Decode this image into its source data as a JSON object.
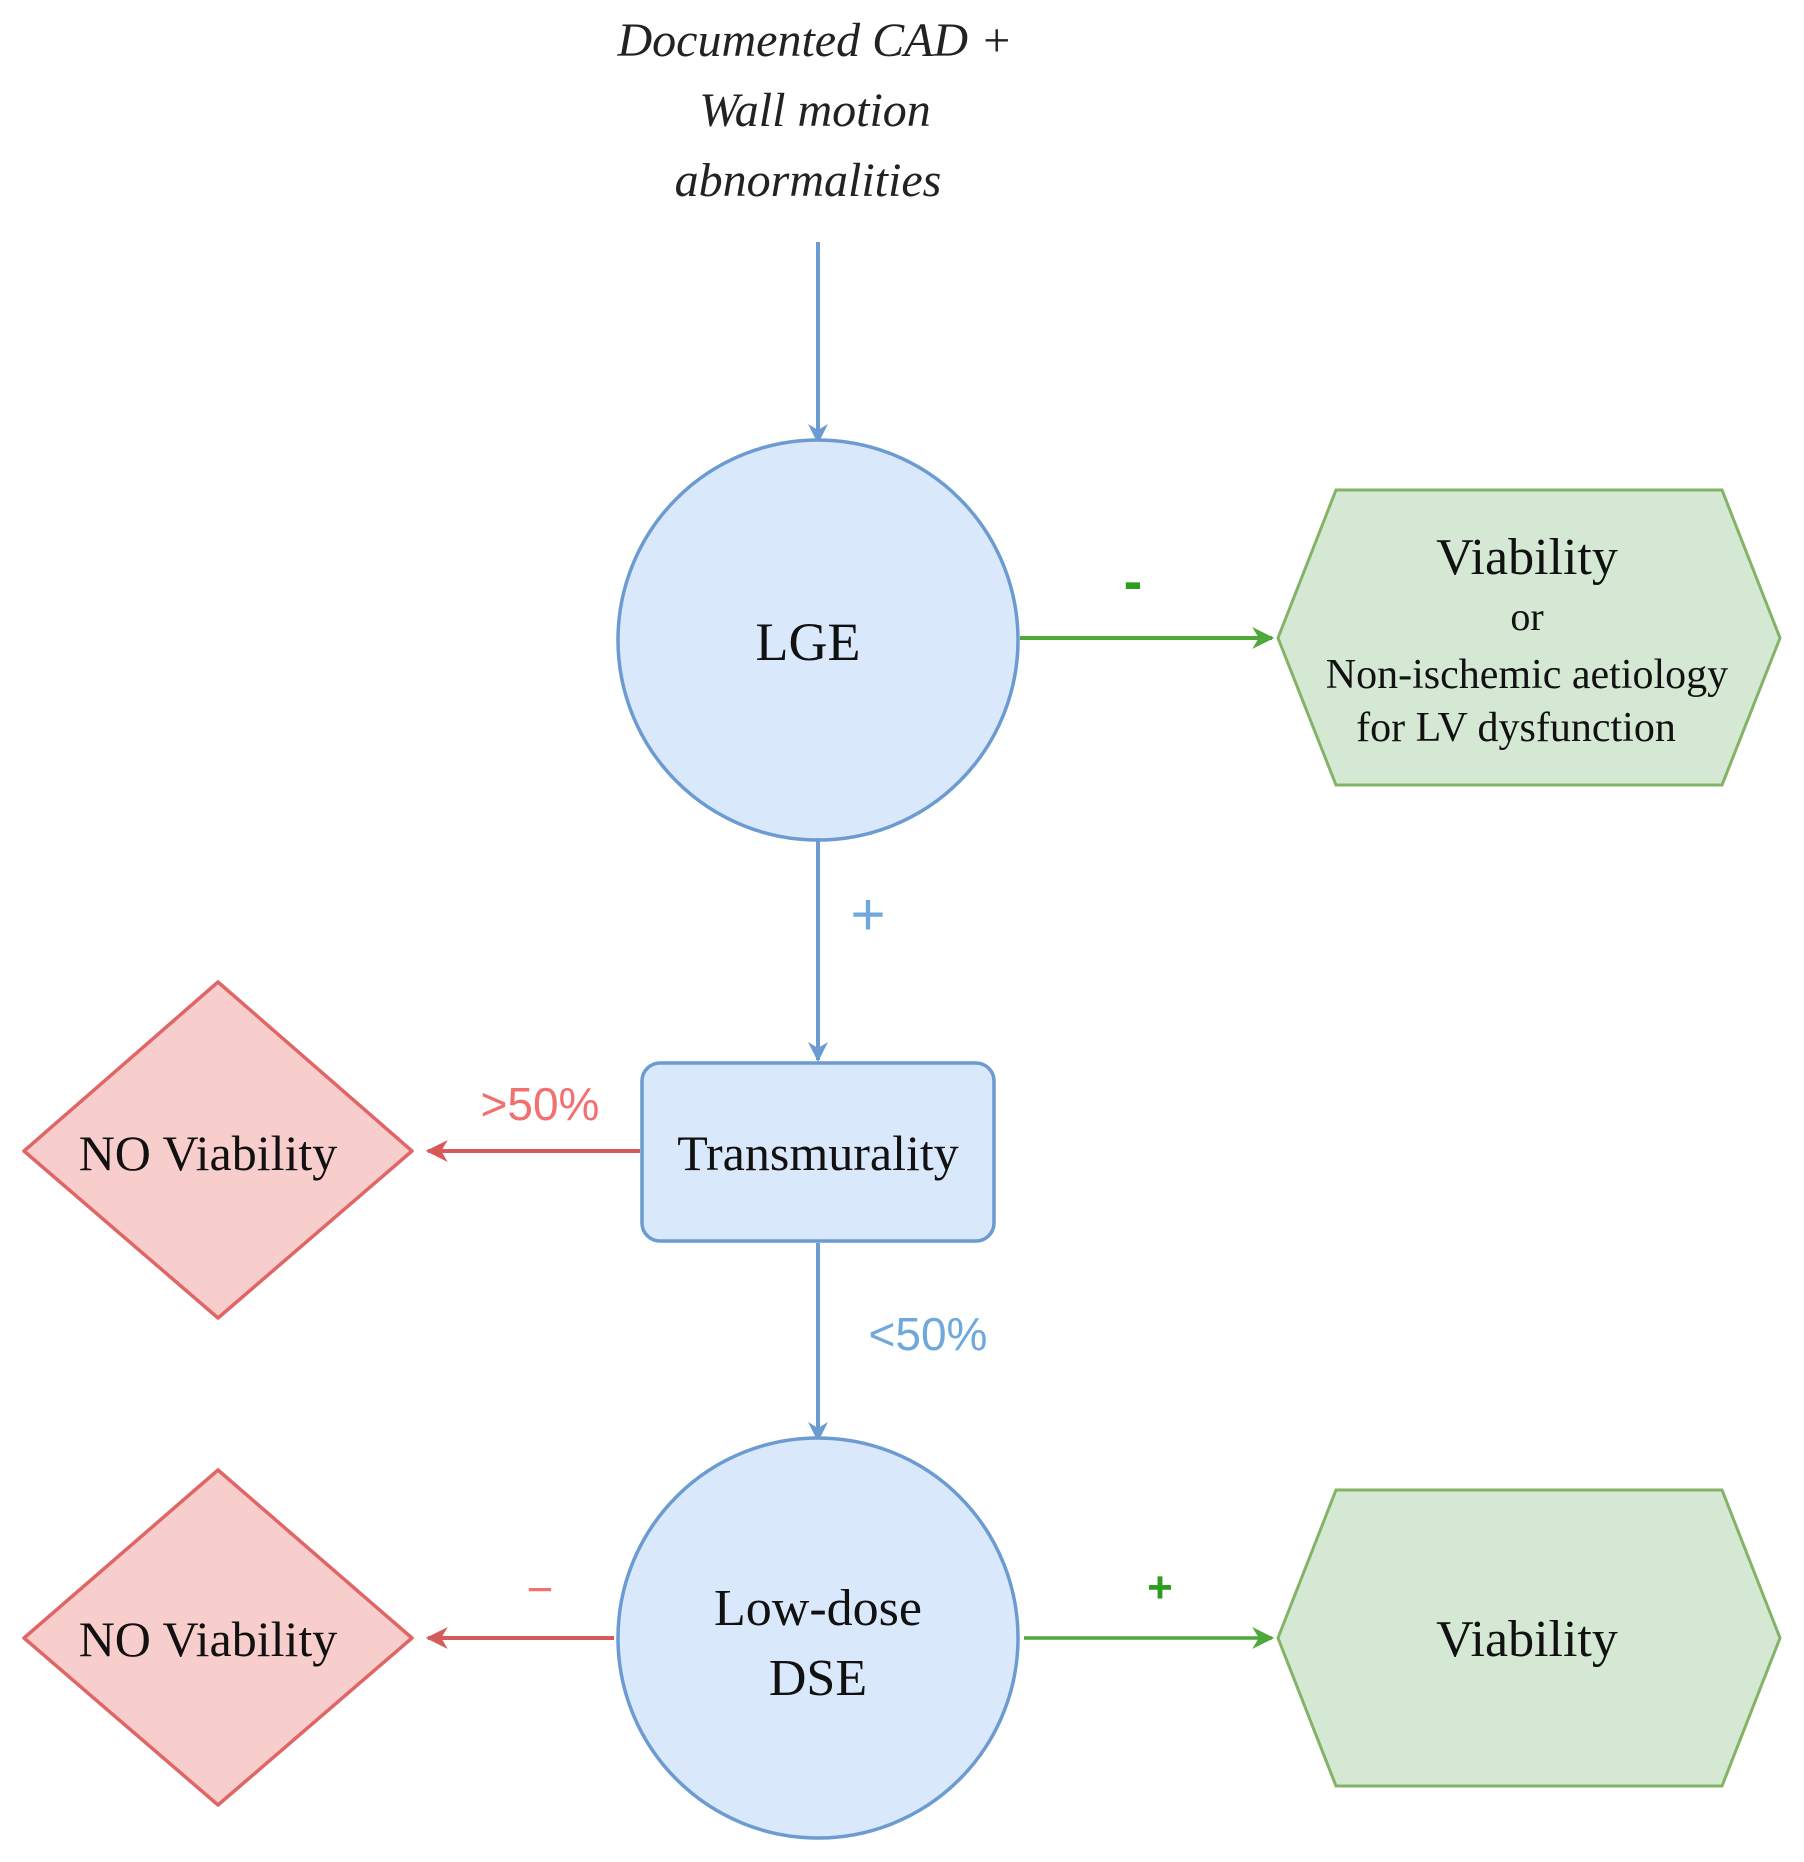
{
  "start": {
    "lines": [
      "Documented CAD +",
      "Wall motion",
      "abnormalities"
    ]
  },
  "nodes": {
    "lge": "LGE",
    "viability_top": {
      "title": "Viability",
      "or": "or",
      "line1": "Non-ischemic aetiology",
      "line2": "for LV dysfunction"
    },
    "transmurality": "Transmurality",
    "no_viability_top": "NO Viability",
    "dse": {
      "line1": "Low-dose",
      "line2": "DSE"
    },
    "no_viability_bottom": "NO Viability",
    "viability_bottom": "Viability"
  },
  "edges": {
    "lge_negative": "-",
    "lge_positive": "+",
    "above_50": ">50%",
    "below_50": "<50%",
    "dse_negative": "−",
    "dse_positive": "+"
  },
  "colors": {
    "blue_stroke": "#6b9bd1",
    "blue_fill": "#dae8fc",
    "green_stroke": "#82b366",
    "green_fill": "#d5e8d4",
    "green_arrow": "#4ea83a",
    "red_stroke": "#e06666",
    "red_fill": "#f8cecc",
    "red_arrow": "#d65a5a",
    "label_red": "#f27070",
    "label_blue": "#6fa8dc",
    "label_green": "#2e9d1e"
  }
}
